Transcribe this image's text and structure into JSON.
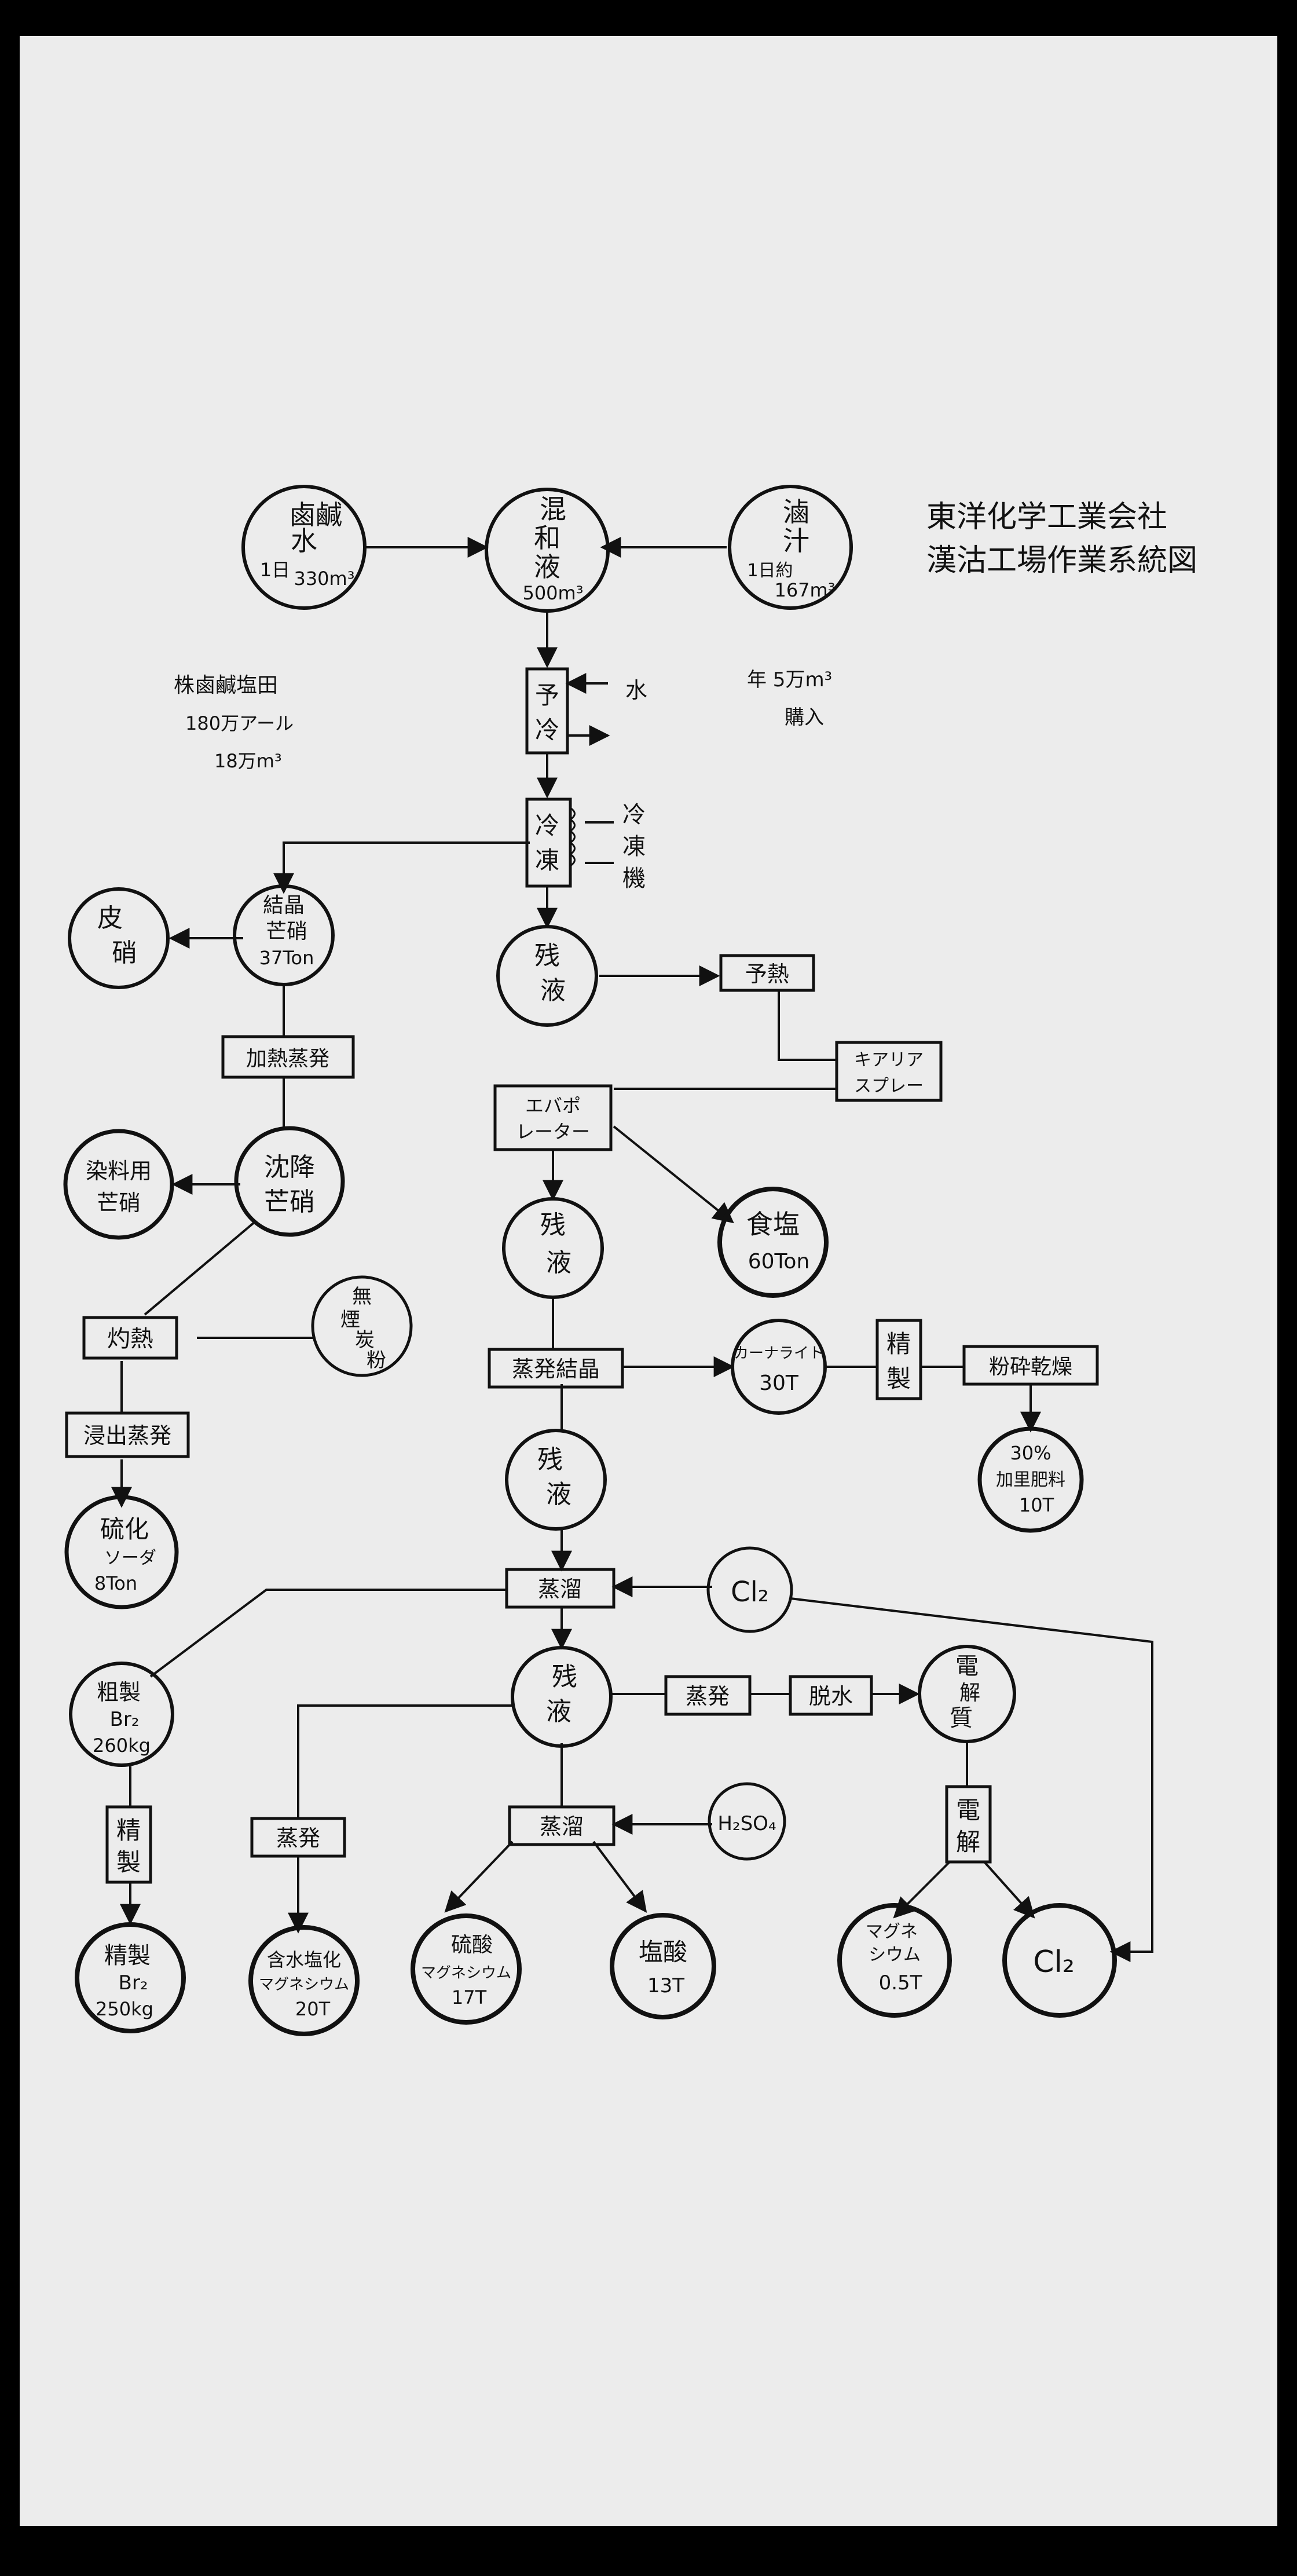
{
  "title": {
    "line1": "東洋化学工業会社",
    "line2": "漢沽工場作業系統図"
  },
  "notes": {
    "salt_field_line1": "株鹵鹹塩田",
    "salt_field_line2": "180万アール",
    "salt_field_line3": "18万m³",
    "purchase_line1": "年 5万m³",
    "purchase_line2": "購入"
  },
  "nodes": {
    "brine": [
      "鹵鹹",
      "水",
      "1日",
      "330m³"
    ],
    "mixing": [
      "混",
      "和",
      "液",
      "500m³"
    ],
    "bittern": [
      "滷",
      "汁",
      "1日約",
      "167m³"
    ],
    "precool": [
      "予",
      "冷"
    ],
    "water": "水",
    "freeze": [
      "冷",
      "凍"
    ],
    "freezer": [
      "冷",
      "凍",
      "機"
    ],
    "crystal_salt": [
      "結晶",
      "芒硝",
      "37Ton"
    ],
    "skin_salt": [
      "皮",
      "硝"
    ],
    "residue1": [
      "残",
      "液"
    ],
    "preheat": "予熱",
    "carrier_spray": [
      "キアリア",
      "スプレー"
    ],
    "heat_evap": "加熱蒸発",
    "evaporator": [
      "エバポ",
      "レーター"
    ],
    "sediment_salt": [
      "沈降",
      "芒硝"
    ],
    "dye_salt": [
      "染料用",
      "芒硝"
    ],
    "residue2": [
      "残",
      "液"
    ],
    "table_salt": [
      "食塩",
      "60Ton"
    ],
    "smokeless_coal": [
      "無",
      "煙",
      "炭",
      "粉"
    ],
    "calcine": "灼熱",
    "evap_crystal": "蒸発結晶",
    "carnallite": [
      "カーナライト",
      "30T"
    ],
    "refine1": [
      "精",
      "製"
    ],
    "crush_dry": "粉砕乾燥",
    "potash": [
      "30%",
      "加里肥料",
      "10T"
    ],
    "leach_evap": "浸出蒸発",
    "residue3": [
      "残",
      "液"
    ],
    "sodium_sulfide": [
      "硫化",
      "ソーダ",
      "8Ton"
    ],
    "distill1": "蒸溜",
    "chlorine_in": "Cl₂",
    "crude_br": [
      "粗製",
      "Br₂",
      "260kg"
    ],
    "residue4": [
      "残",
      "液"
    ],
    "evap2": "蒸発",
    "dehydrate": "脱水",
    "electrolyte": [
      "電",
      "解",
      "質"
    ],
    "refine2": [
      "精",
      "製"
    ],
    "evap3": "蒸発",
    "distill2": "蒸溜",
    "h2so4": "H₂SO₄",
    "electrolysis": [
      "電",
      "解"
    ],
    "refined_br": [
      "精製",
      "Br₂",
      "250kg"
    ],
    "mgcl": [
      "含水塩化",
      "マグネシウム",
      "20T"
    ],
    "mgso4": [
      "硫酸",
      "マグネシウム",
      "17T"
    ],
    "hcl": [
      "塩酸",
      "13T"
    ],
    "magnesium": [
      "マグネ",
      "シウム",
      "0.5T"
    ],
    "chlorine_out": "Cl₂"
  }
}
